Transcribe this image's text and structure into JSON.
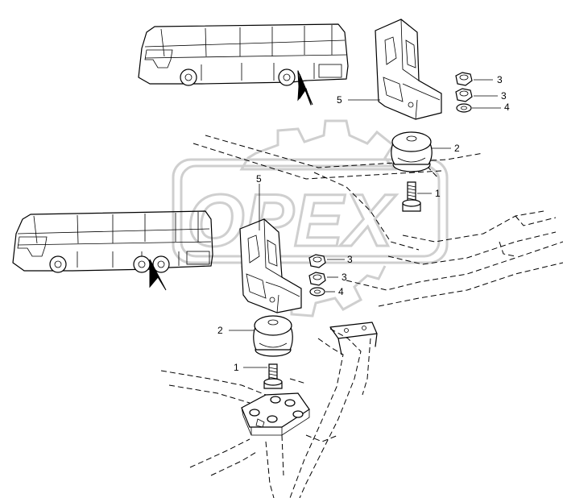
{
  "watermark": {
    "text": "OPEX"
  },
  "callouts": {
    "upper": {
      "bolt": "1",
      "mount": "2",
      "nut_a": "3",
      "nut_b": "3",
      "washer": "4",
      "bracket": "5"
    },
    "lower": {
      "bolt": "1",
      "mount": "2",
      "nut_a": "3",
      "nut_b": "3",
      "washer": "4",
      "bracket": "5"
    }
  },
  "colors": {
    "line": "#000000",
    "watermark": "#cfcfcf",
    "background": "#ffffff"
  }
}
